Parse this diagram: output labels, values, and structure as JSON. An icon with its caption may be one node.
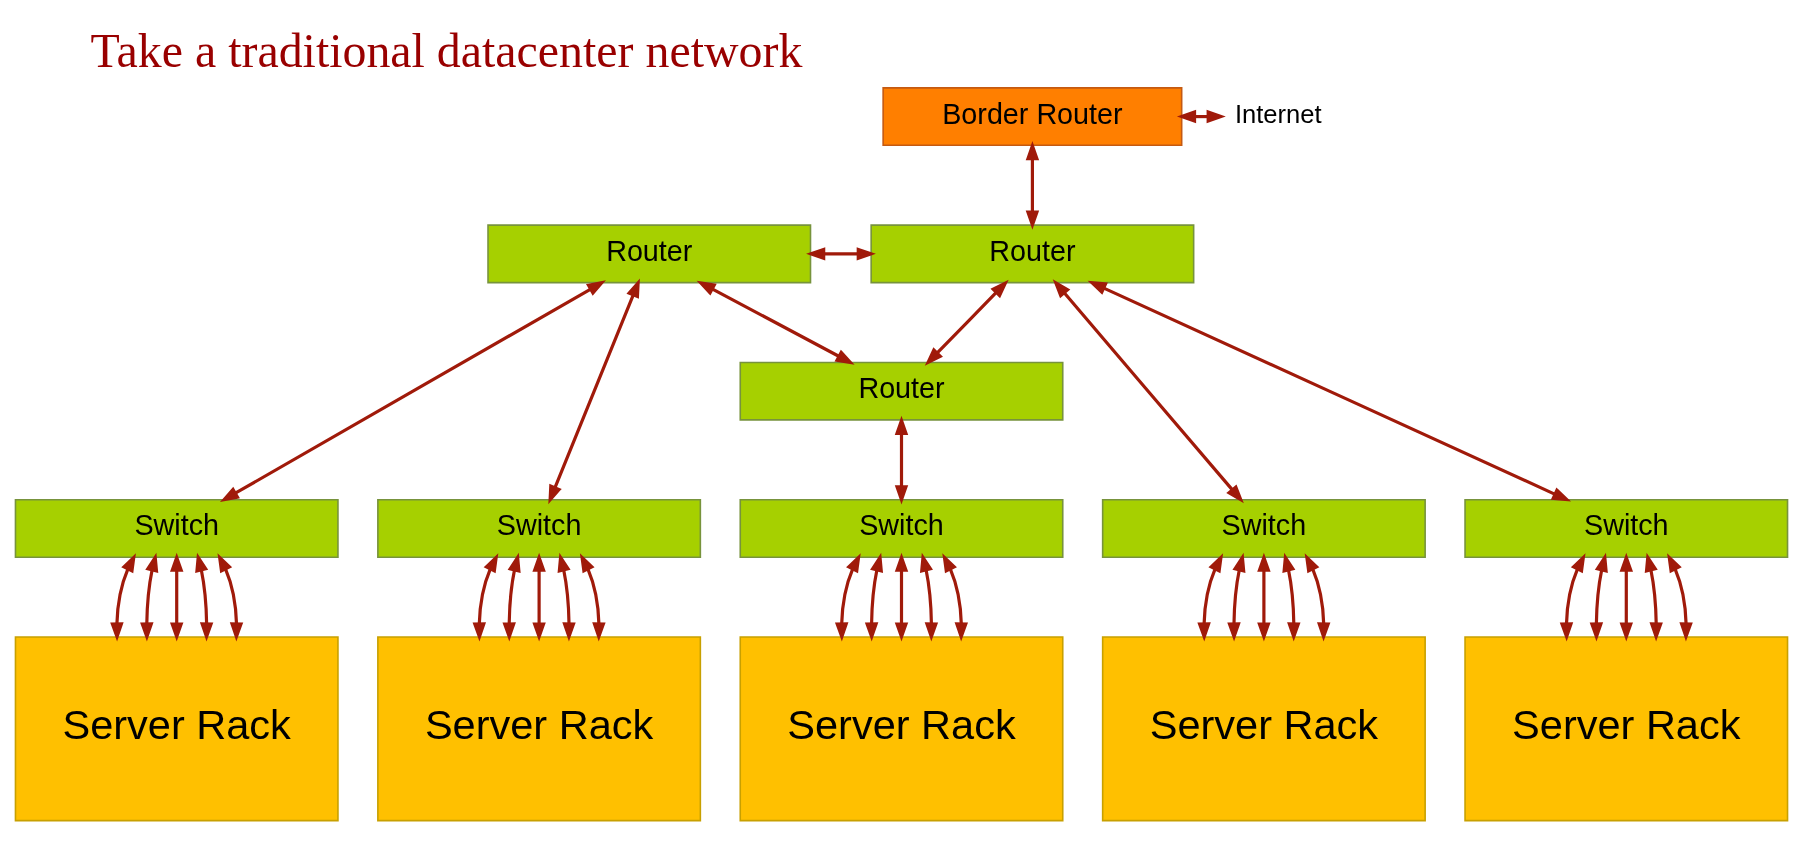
{
  "diagram": {
    "title": "Take a traditional datacenter network",
    "nodes": [
      {
        "text": [
          "Border Router"
        ]
      },
      {
        "text": [
          "Router"
        ]
      },
      {
        "text": [
          "Router"
        ]
      },
      {
        "text": [
          "Router"
        ]
      },
      {
        "text": [
          "Switch"
        ]
      },
      {
        "text": [
          "Switch"
        ]
      },
      {
        "text": [
          "Switch"
        ]
      },
      {
        "text": [
          "Switch"
        ]
      },
      {
        "text": [
          "Switch"
        ]
      },
      {
        "text": [
          "Server Rack"
        ]
      },
      {
        "text": [
          "Server Rack"
        ]
      },
      {
        "text": [
          "Server Rack"
        ]
      },
      {
        "text": [
          "Server Rack"
        ]
      },
      {
        "text": [
          "Server Rack"
        ]
      },
      {
        "text": [
          "Internet"
        ]
      }
    ],
    "edges": [
      {
        "from": 0,
        "to": 14,
        "arrow": "both"
      },
      {
        "from": 0,
        "to": 2,
        "arrow": "both"
      },
      {
        "from": 1,
        "to": 2,
        "arrow": "both"
      },
      {
        "from": 1,
        "to": 3,
        "arrow": "both"
      },
      {
        "from": 2,
        "to": 3,
        "arrow": "both"
      },
      {
        "from": 1,
        "to": 4,
        "arrow": "both"
      },
      {
        "from": 1,
        "to": 5,
        "arrow": "both"
      },
      {
        "from": 3,
        "to": 6,
        "arrow": "both"
      },
      {
        "from": 2,
        "to": 7,
        "arrow": "both"
      },
      {
        "from": 2,
        "to": 8,
        "arrow": "both"
      },
      {
        "from": 4,
        "to": 9,
        "arrow": "both"
      },
      {
        "from": 4,
        "to": 9,
        "arrow": "both"
      },
      {
        "from": 4,
        "to": 9,
        "arrow": "both"
      },
      {
        "from": 4,
        "to": 9,
        "arrow": "both"
      },
      {
        "from": 4,
        "to": 9,
        "arrow": "both"
      },
      {
        "from": 5,
        "to": 10,
        "arrow": "both"
      },
      {
        "from": 5,
        "to": 10,
        "arrow": "both"
      },
      {
        "from": 5,
        "to": 10,
        "arrow": "both"
      },
      {
        "from": 5,
        "to": 10,
        "arrow": "both"
      },
      {
        "from": 5,
        "to": 10,
        "arrow": "both"
      },
      {
        "from": 6,
        "to": 11,
        "arrow": "both"
      },
      {
        "from": 6,
        "to": 11,
        "arrow": "both"
      },
      {
        "from": 6,
        "to": 11,
        "arrow": "both"
      },
      {
        "from": 6,
        "to": 11,
        "arrow": "both"
      },
      {
        "from": 6,
        "to": 11,
        "arrow": "both"
      },
      {
        "from": 7,
        "to": 12,
        "arrow": "both"
      },
      {
        "from": 7,
        "to": 12,
        "arrow": "both"
      },
      {
        "from": 7,
        "to": 12,
        "arrow": "both"
      },
      {
        "from": 7,
        "to": 12,
        "arrow": "both"
      },
      {
        "from": 7,
        "to": 12,
        "arrow": "both"
      },
      {
        "from": 8,
        "to": 13,
        "arrow": "both"
      },
      {
        "from": 8,
        "to": 13,
        "arrow": "both"
      },
      {
        "from": 8,
        "to": 13,
        "arrow": "both"
      },
      {
        "from": 8,
        "to": 13,
        "arrow": "both"
      },
      {
        "from": 8,
        "to": 13,
        "arrow": "both"
      }
    ]
  }
}
